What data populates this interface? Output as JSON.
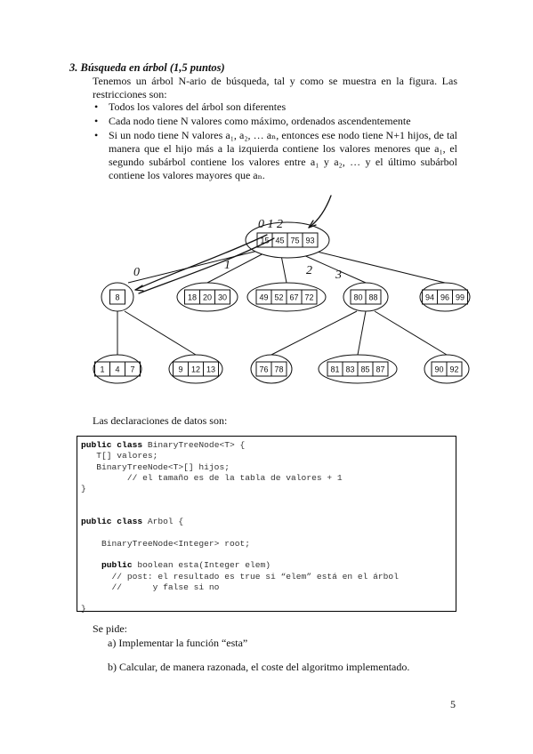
{
  "problem": {
    "title": "3. Búsqueda en árbol (1,5 puntos)",
    "intro": "Tenemos un árbol N-ario de búsqueda, tal y como se muestra en la figura. Las restricciones son:",
    "restrictions": [
      "Todos los valores del árbol son diferentes",
      "Cada nodo tiene N valores como máximo, ordenados ascendentemente",
      "Si un nodo tiene N valores a₁, a₂, … aₙ, entonces ese nodo tiene N+1 hijos, de tal manera que el hijo más a la izquierda contiene los valores menores que a₁, el segundo subárbol contiene los valores entre a₁ y a₂, … y el último subárbol contiene los valores mayores que aₙ."
    ]
  },
  "tree": {
    "root": [
      "15",
      "45",
      "75",
      "93"
    ],
    "level1": [
      [
        "8"
      ],
      [
        "18",
        "20",
        "30"
      ],
      [
        "49",
        "52",
        "67",
        "72"
      ],
      [
        "80",
        "88"
      ],
      [
        "94",
        "96",
        "99"
      ]
    ],
    "level2": [
      [
        "1",
        "4",
        "7"
      ],
      [
        "9",
        "12",
        "13"
      ],
      [
        "76",
        "78"
      ],
      [
        "81",
        "83",
        "85",
        "87"
      ],
      [
        "90",
        "92"
      ]
    ],
    "handwritten": {
      "top_marks": "0 1 2",
      "edge_labels": [
        "0",
        "1",
        "2",
        "3"
      ]
    }
  },
  "declarations_label": "Las declaraciones de datos son:",
  "code_lines": [
    {
      "kw": "public class",
      "rest": " BinaryTreeNode<T> {"
    },
    {
      "kw": "",
      "rest": "   T[] valores;"
    },
    {
      "kw": "",
      "rest": "   BinaryTreeNode<T>[] hijos;"
    },
    {
      "kw": "",
      "rest": "         // el tamaño es de la tabla de valores + 1"
    },
    {
      "kw": "",
      "rest": "}"
    },
    {
      "kw": "",
      "rest": ""
    },
    {
      "kw": "",
      "rest": ""
    },
    {
      "kw": "public class",
      "rest": " Arbol {"
    },
    {
      "kw": "",
      "rest": ""
    },
    {
      "kw": "",
      "rest": "    BinaryTreeNode<Integer> root;"
    },
    {
      "kw": "",
      "rest": ""
    },
    {
      "kw": "    public",
      "rest": " boolean esta(Integer elem)"
    },
    {
      "kw": "",
      "rest": "      // post: el resultado es true si “elem” está en el árbol"
    },
    {
      "kw": "",
      "rest": "      //      y false si no"
    },
    {
      "kw": "",
      "rest": ""
    },
    {
      "kw": "",
      "rest": "}"
    }
  ],
  "tasks": {
    "heading": "Se pide:",
    "a": "a) Implementar la función “esta”",
    "b": "b) Calcular, de manera razonada, el coste del algoritmo implementado."
  },
  "page_number": "5"
}
